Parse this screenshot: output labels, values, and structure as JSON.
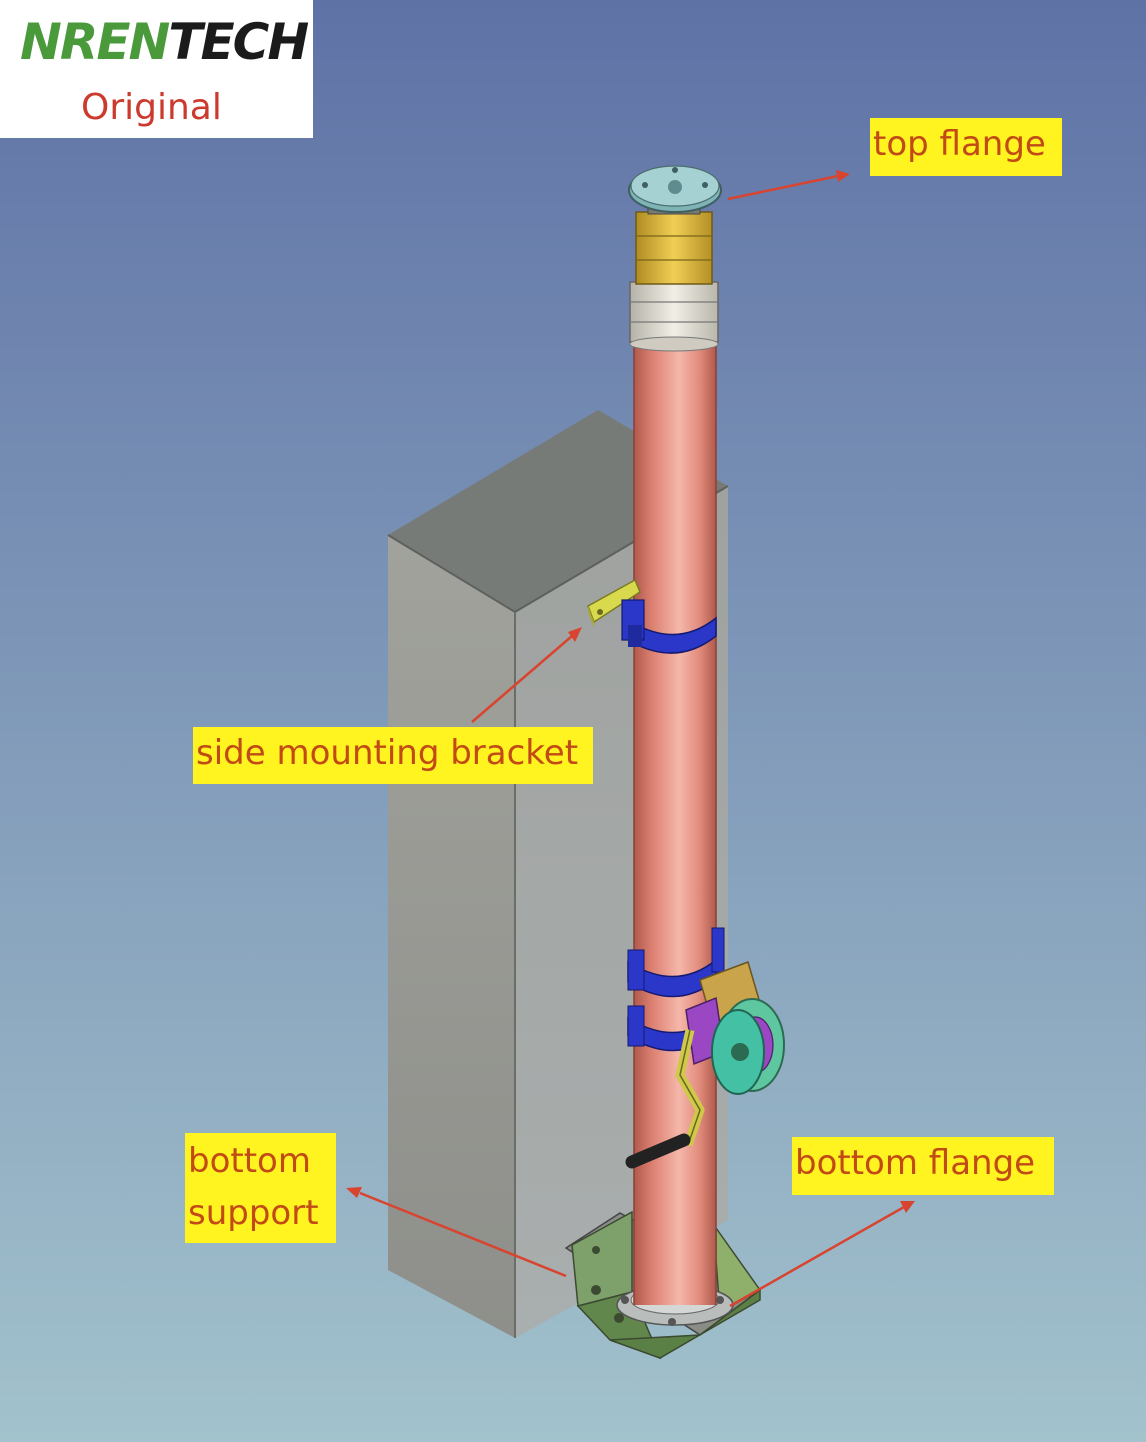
{
  "logo": {
    "brand_green": "NREN",
    "brand_black": "TECH",
    "subtitle": "Original"
  },
  "callouts": {
    "top_flange": "top flange",
    "side_mounting_bracket": "side mounting bracket",
    "bottom_support_line1": "bottom",
    "bottom_support_line2": "support",
    "bottom_flange": "bottom flange"
  },
  "colors": {
    "background_top": "#5f72a6",
    "background_bottom": "#a2c2cc",
    "callout_fill": "#fff41f",
    "callout_text": "#c24a16",
    "arrow": "#d8442f",
    "mast": "#e2897a",
    "cabinet": "#9c9d97",
    "clamp": "#2a37c8",
    "bracket": "#cfd24a",
    "winch_plate": "#44c1a5",
    "logo_green": "#4a9a3c",
    "logo_red": "#cc3a2e"
  }
}
